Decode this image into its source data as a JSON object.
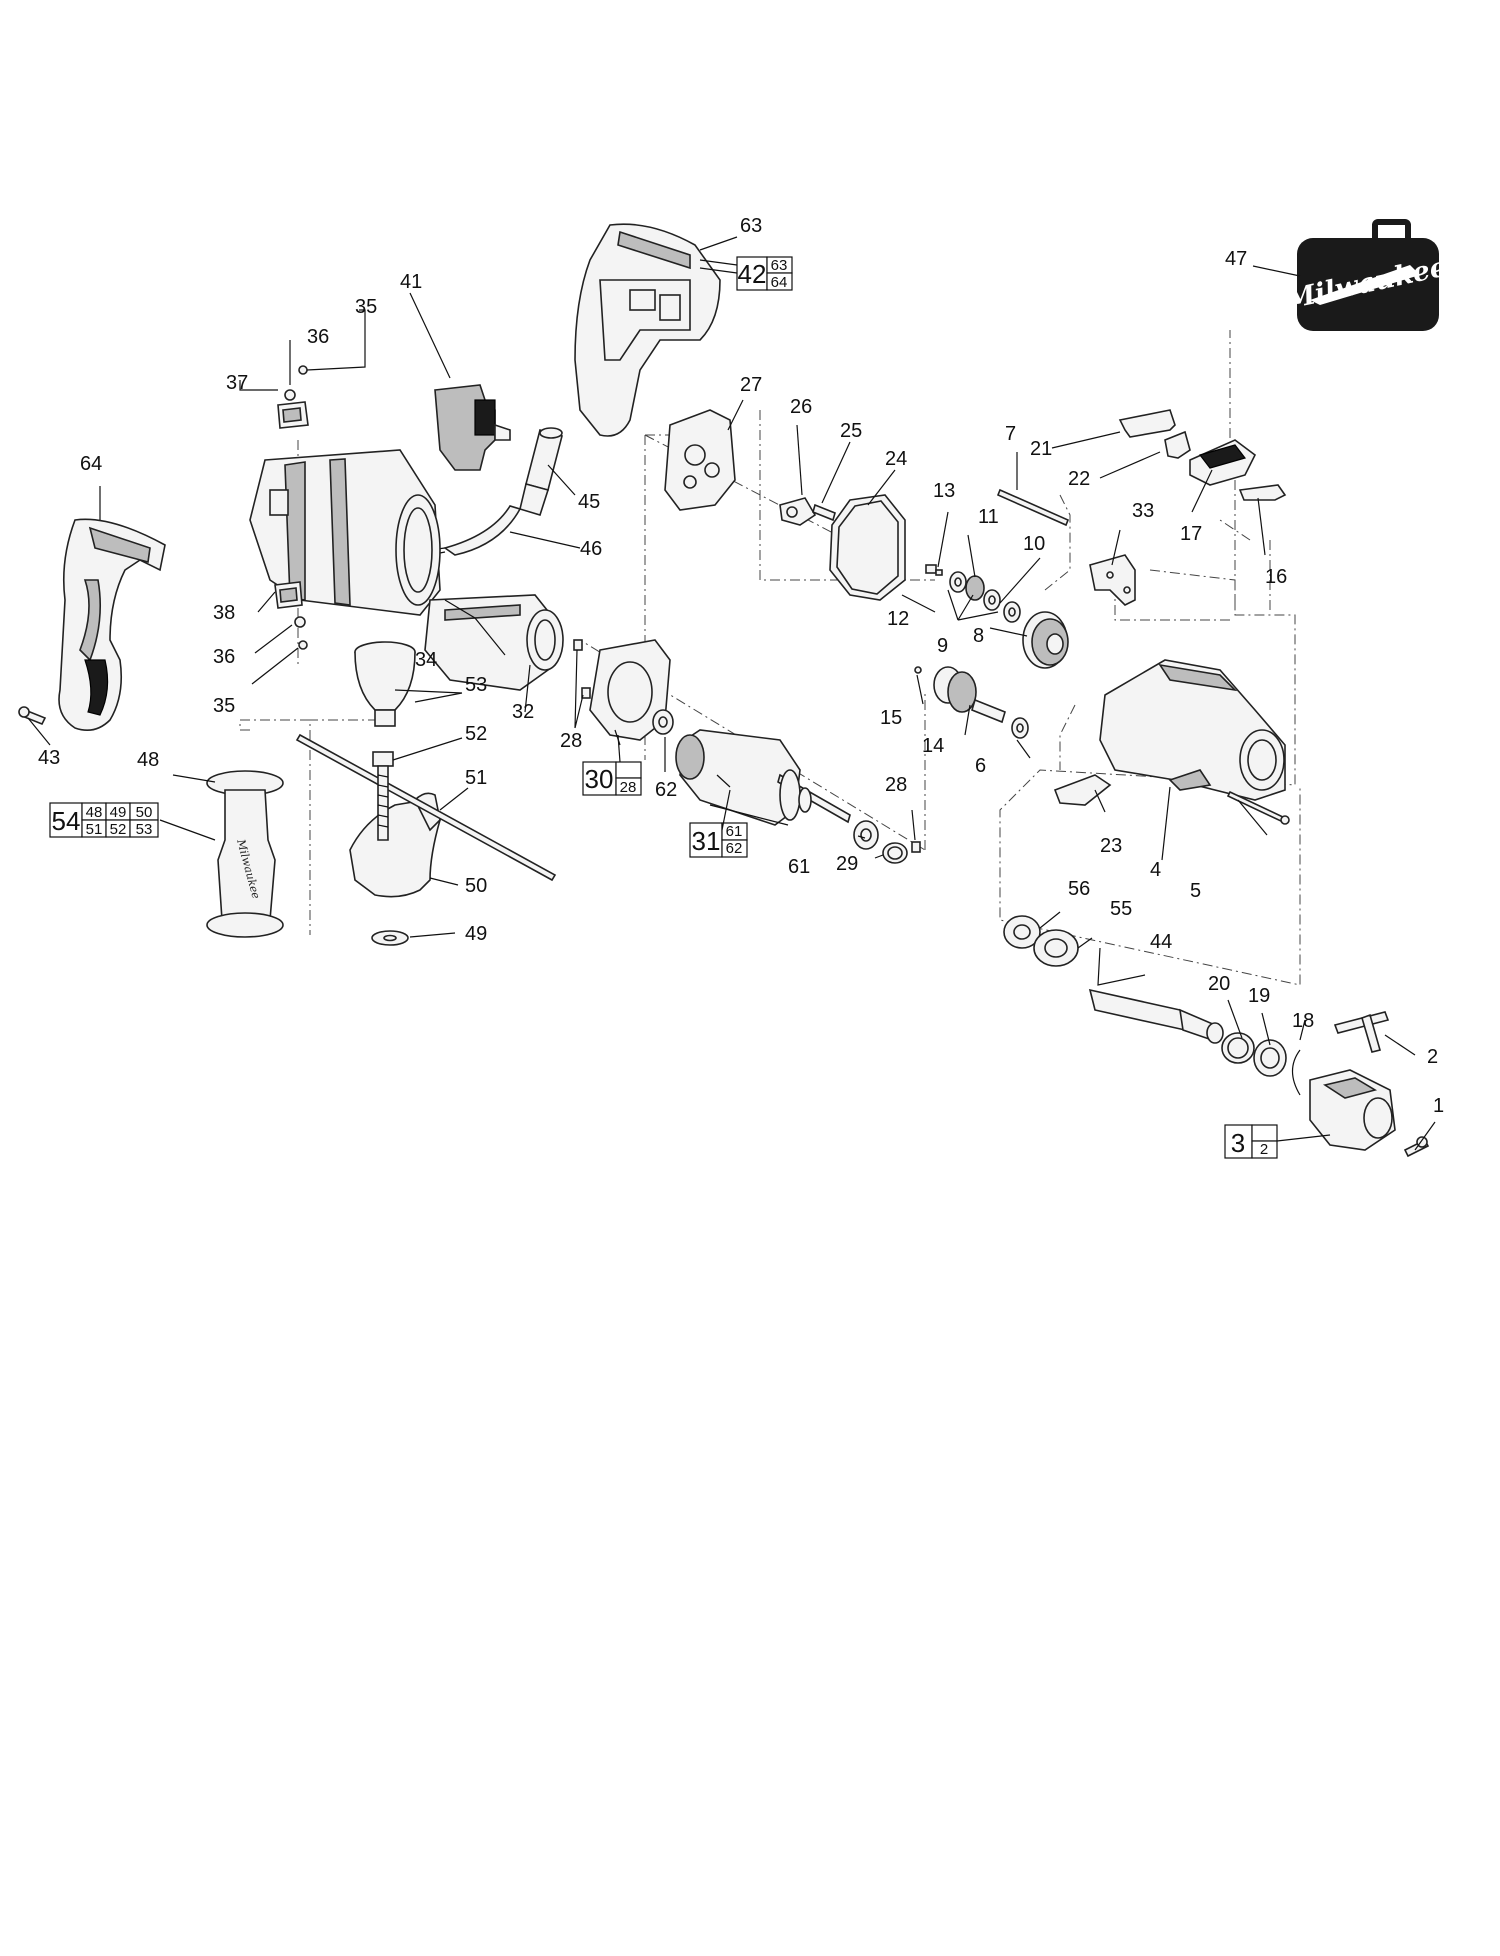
{
  "labels": [
    {
      "num": "1"
    },
    {
      "num": "2"
    },
    {
      "num": "4"
    },
    {
      "num": "5"
    },
    {
      "num": "6"
    },
    {
      "num": "7"
    },
    {
      "num": "8"
    },
    {
      "num": "9"
    },
    {
      "num": "10"
    },
    {
      "num": "11"
    },
    {
      "num": "12"
    },
    {
      "num": "13"
    },
    {
      "num": "14"
    },
    {
      "num": "15"
    },
    {
      "num": "16"
    },
    {
      "num": "17"
    },
    {
      "num": "18"
    },
    {
      "num": "19"
    },
    {
      "num": "20"
    },
    {
      "num": "21"
    },
    {
      "num": "22"
    },
    {
      "num": "23"
    },
    {
      "num": "24"
    },
    {
      "num": "25"
    },
    {
      "num": "26"
    },
    {
      "num": "27"
    },
    {
      "num": "28"
    },
    {
      "num": "28"
    },
    {
      "num": "29"
    },
    {
      "num": "32"
    },
    {
      "num": "33"
    },
    {
      "num": "34"
    },
    {
      "num": "35"
    },
    {
      "num": "35"
    },
    {
      "num": "36"
    },
    {
      "num": "36"
    },
    {
      "num": "37"
    },
    {
      "num": "38"
    },
    {
      "num": "41"
    },
    {
      "num": "43"
    },
    {
      "num": "44"
    },
    {
      "num": "45"
    },
    {
      "num": "46"
    },
    {
      "num": "47"
    },
    {
      "num": "48"
    },
    {
      "num": "49"
    },
    {
      "num": "50"
    },
    {
      "num": "51"
    },
    {
      "num": "52"
    },
    {
      "num": "53"
    },
    {
      "num": "55"
    },
    {
      "num": "56"
    },
    {
      "num": "61"
    },
    {
      "num": "62"
    },
    {
      "num": "63"
    },
    {
      "num": "64"
    }
  ],
  "kits": [
    {
      "main": "42",
      "sub": [
        [
          "63"
        ],
        [
          "64"
        ]
      ]
    },
    {
      "main": "54",
      "sub": [
        [
          "48",
          "49",
          "50"
        ],
        [
          "51",
          "52",
          "53"
        ]
      ]
    },
    {
      "main": "30",
      "sub": [
        [
          ""
        ],
        [
          "28"
        ]
      ]
    },
    {
      "main": "31",
      "sub": [
        [
          "61"
        ],
        [
          "62"
        ]
      ]
    },
    {
      "main": "3",
      "sub": [
        [
          ""
        ],
        [
          "2"
        ]
      ]
    }
  ],
  "logo": {
    "text": "Milwaukee",
    "color": "#1a1a1a"
  },
  "handle_branding": "Milwaukee"
}
